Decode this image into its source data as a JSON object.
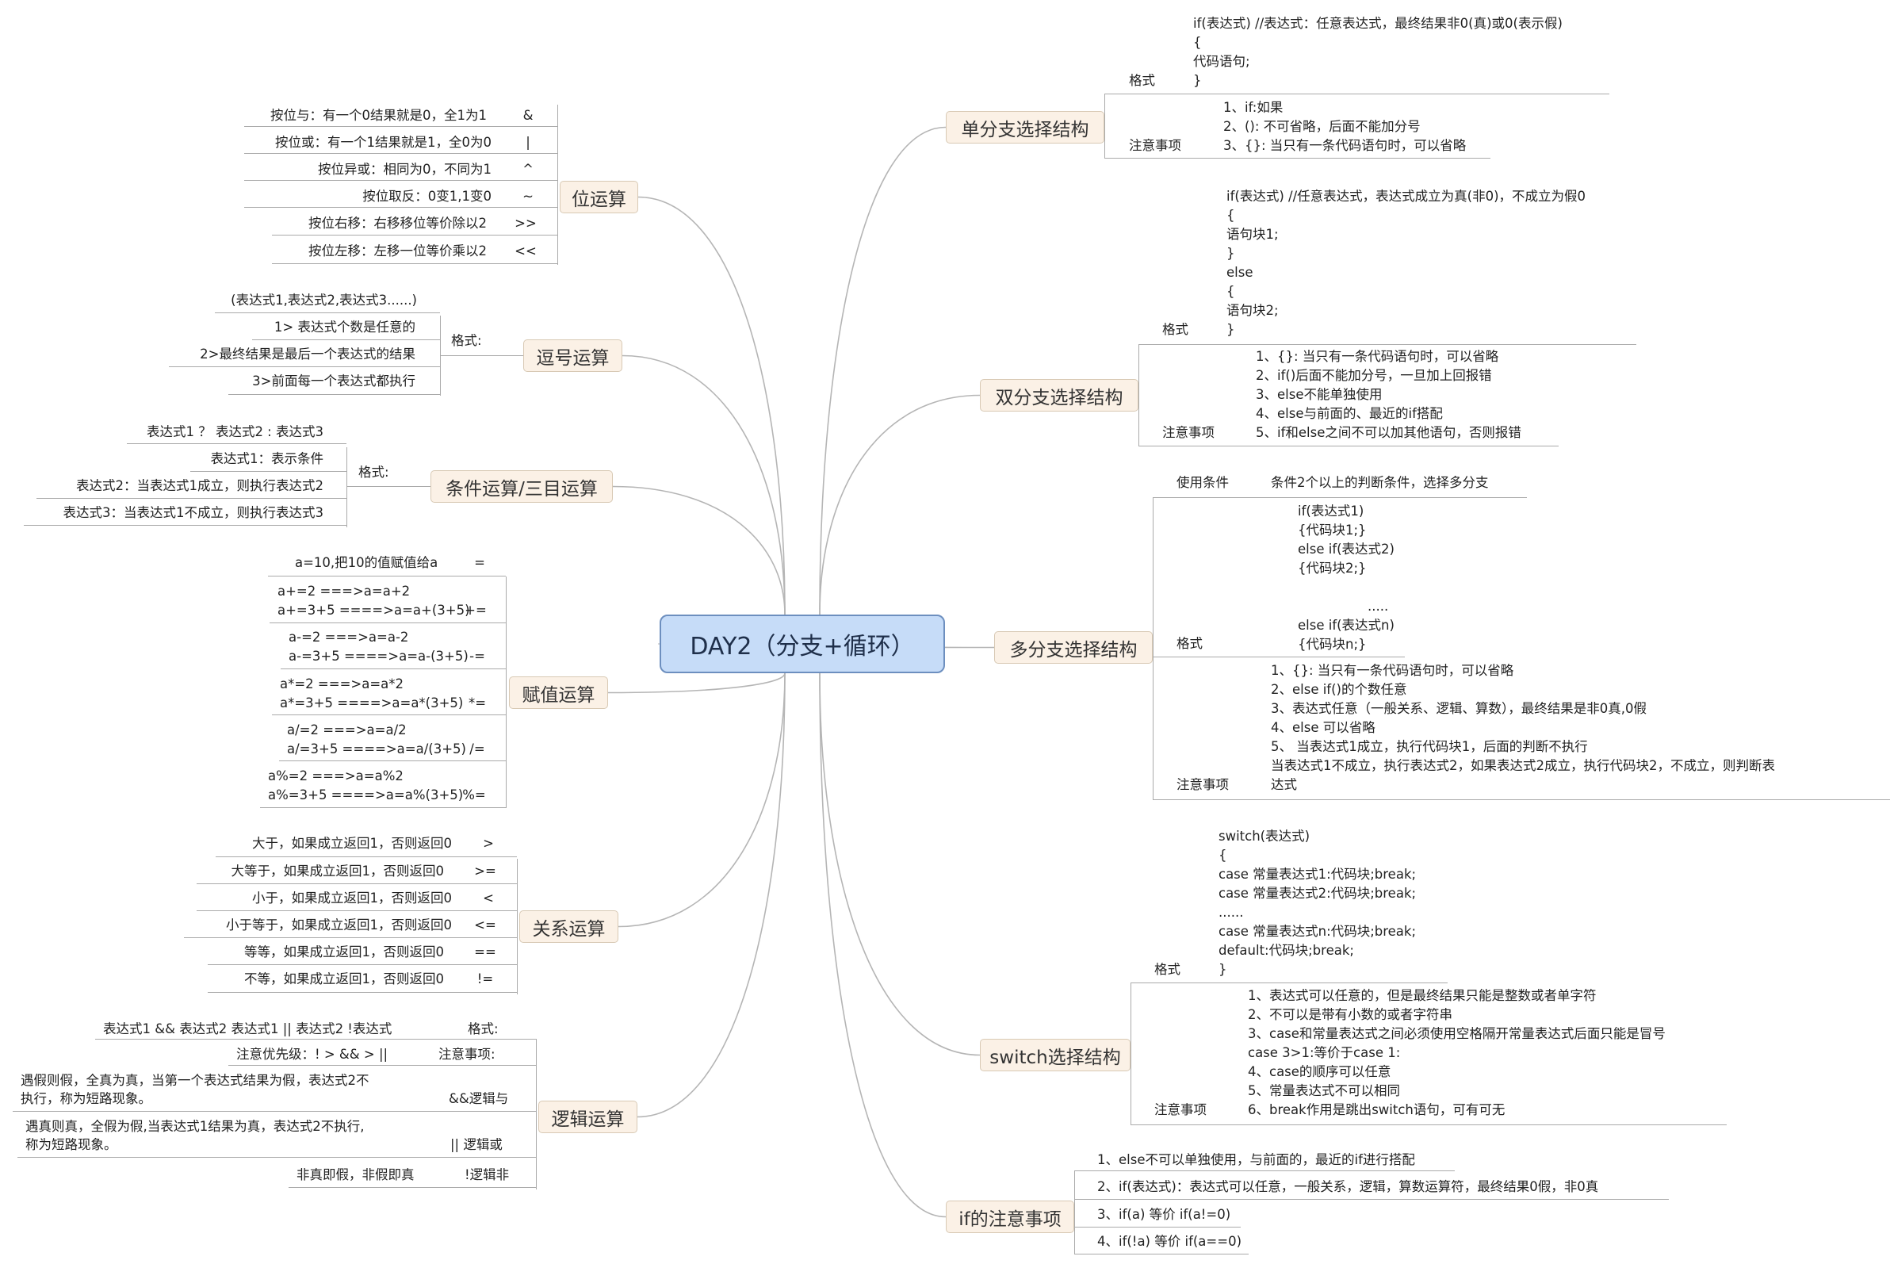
{
  "center": {
    "title": "DAY2（分支+循环）"
  },
  "branches": {
    "bitwise": {
      "title": "位运算",
      "items": [
        {
          "desc": "按位与：有一个0结果就是0，全1为1",
          "op": "&"
        },
        {
          "desc": "按位或：有一个1结果就是1，全0为0",
          "op": "|"
        },
        {
          "desc": "按位异或：相同为0，不同为1",
          "op": "^"
        },
        {
          "desc": "按位取反：0变1,1变0",
          "op": "~"
        },
        {
          "desc": "按位右移：右移移位等价除以2",
          "op": ">>"
        },
        {
          "desc": "按位左移：左移一位等价乘以2",
          "op": "<<"
        }
      ]
    },
    "comma": {
      "title": "逗号运算",
      "label": "格式:",
      "items": [
        "(表达式1,表达式2,表达式3......)",
        "1> 表达式个数是任意的",
        "2>最终结果是最后一个表达式的结果",
        "3>前面每一个表达式都执行"
      ]
    },
    "ternary": {
      "title": "条件运算/三目运算",
      "label": "格式:",
      "items": [
        "表达式1 ？ 表达式2 : 表达式3",
        "表达式1：表示条件",
        "表达式2：当表达式1成立，则执行表达式2",
        "表达式3：当表达式1不成立，则执行表达式3"
      ]
    },
    "assign": {
      "title": "赋值运算",
      "items": [
        {
          "lines": [
            "a=10,把10的值赋值给a"
          ],
          "op": "="
        },
        {
          "lines": [
            "a+=2 ===>a=a+2",
            "a+=3+5  ====>a=a+(3+5)"
          ],
          "op": "+="
        },
        {
          "lines": [
            "a-=2 ===>a=a-2",
            "a-=3+5  ====>a=a-(3+5)"
          ],
          "op": "-="
        },
        {
          "lines": [
            "a*=2 ===>a=a*2",
            "a*=3+5  ====>a=a*(3+5)"
          ],
          "op": "*="
        },
        {
          "lines": [
            "a/=2 ===>a=a/2",
            "a/=3+5  ====>a=a/(3+5)"
          ],
          "op": "/="
        },
        {
          "lines": [
            "a%=2 ===>a=a%2",
            "a%=3+5  ====>a=a%(3+5)"
          ],
          "op": "%="
        }
      ]
    },
    "relational": {
      "title": "关系运算",
      "items": [
        {
          "desc": "大于，如果成立返回1，否则返回0",
          "op": ">"
        },
        {
          "desc": "大等于，如果成立返回1，否则返回0",
          "op": ">="
        },
        {
          "desc": "小于，如果成立返回1，否则返回0",
          "op": "<"
        },
        {
          "desc": "小于等于，如果成立返回1，否则返回0",
          "op": "<="
        },
        {
          "desc": "等等，如果成立返回1，否则返回0",
          "op": "=="
        },
        {
          "desc": "不等，如果成立返回1，否则返回0",
          "op": "!="
        }
      ]
    },
    "logical": {
      "title": "逻辑运算",
      "items": [
        {
          "lines": [
            "表达式1 && 表达式2    表达式1 || 表达式2   !表达式"
          ],
          "label": "格式:"
        },
        {
          "lines": [
            "注意优先级：! > && > ||"
          ],
          "label": "注意事项:"
        },
        {
          "lines": [
            "遇假则假，全真为真，当第一个表达式结果为假，表达式2不",
            "执行，称为短路现象。"
          ],
          "label": "&&逻辑与"
        },
        {
          "lines": [
            "遇真则真，全假为假,当表达式1结果为真，表达式2不执行,",
            "称为短路现象。"
          ],
          "label": "|| 逻辑或"
        },
        {
          "lines": [
            "非真即假，非假即真"
          ],
          "label": "!逻辑非"
        }
      ]
    },
    "single_if": {
      "title": "单分支选择结构",
      "format_label": "格式",
      "format_lines": [
        "if(表达式)  //表达式：任意表达式，最终结果非0(真)或0(表示假)",
        "{",
        "代码语句;",
        "}"
      ],
      "notes_label": "注意事项",
      "notes": [
        "1、if:如果",
        "2、(): 不可省略，后面不能加分号",
        "3、{}: 当只有一条代码语句时，可以省略"
      ]
    },
    "double_if": {
      "title": "双分支选择结构",
      "format_label": "格式",
      "format_lines": [
        "if(表达式)  //任意表达式，表达式成立为真(非0)，不成立为假0",
        "{",
        "语句块1;",
        "}",
        "else",
        "{",
        "语句块2;",
        "}"
      ],
      "notes_label": "注意事项",
      "notes": [
        "1、{}: 当只有一条代码语句时，可以省略",
        "2、if()后面不能加分号，一旦加上回报错",
        "3、else不能单独使用",
        "4、else与前面的、最近的if搭配",
        "5、if和else之间不可以加其他语句，否则报错"
      ]
    },
    "multi_if": {
      "title": "多分支选择结构",
      "cond_label": "使用条件",
      "cond_text": "条件2个以上的判断条件，选择多分支",
      "format_label": "格式",
      "format_lines": [
        "if(表达式1)",
        "{代码块1;}",
        "else if(表达式2)",
        "{代码块2;}",
        "",
        ".....",
        "else if(表达式n)",
        "{代码块n;}"
      ],
      "notes_label": "注意事项",
      "notes": [
        "1、{}: 当只有一条代码语句时，可以省略",
        "2、else if()的个数任意",
        "3、表达式任意（一般关系、逻辑、算数），最终结果是非0真,0假",
        "4、else 可以省略",
        "5、 当表达式1成立，执行代码块1，后面的判断不执行",
        "          当表达式1不成立，执行表达式2，如果表达式2成立，执行代码块2，不成立，则判断表",
        "达式"
      ]
    },
    "switch": {
      "title": "switch选择结构",
      "format_label": "格式",
      "format_lines": [
        "switch(表达式)",
        "    {",
        "                  case 常量表达式1:代码块;break;",
        "                  case 常量表达式2:代码块;break;",
        "                                     ......",
        "                  case 常量表达式n:代码块;break;",
        "                  default:代码块;break;",
        "    }"
      ],
      "notes_label": "注意事项",
      "notes": [
        "1、表达式可以任意的，但是最终结果只能是整数或者单字符",
        "2、不可以是带有小数的或者字符串",
        "3、case和常量表达式之间必须使用空格隔开常量表达式后面只能是冒号",
        "     case 3>1:等价于case 1:",
        "4、case的顺序可以任意",
        "5、常量表达式不可以相同",
        "6、break作用是跳出switch语句，可有可无"
      ]
    },
    "if_notes": {
      "title": "if的注意事项",
      "items": [
        "1、else不可以单独使用，与前面的，最近的if进行搭配",
        "2、if(表达式)：表达式可以任意，一般关系，逻辑，算数运算符，最终结果0假，非0真",
        "3、if(a)   等价  if(a!=0)",
        "4、if(!a)   等价  if(a==0)"
      ]
    }
  }
}
